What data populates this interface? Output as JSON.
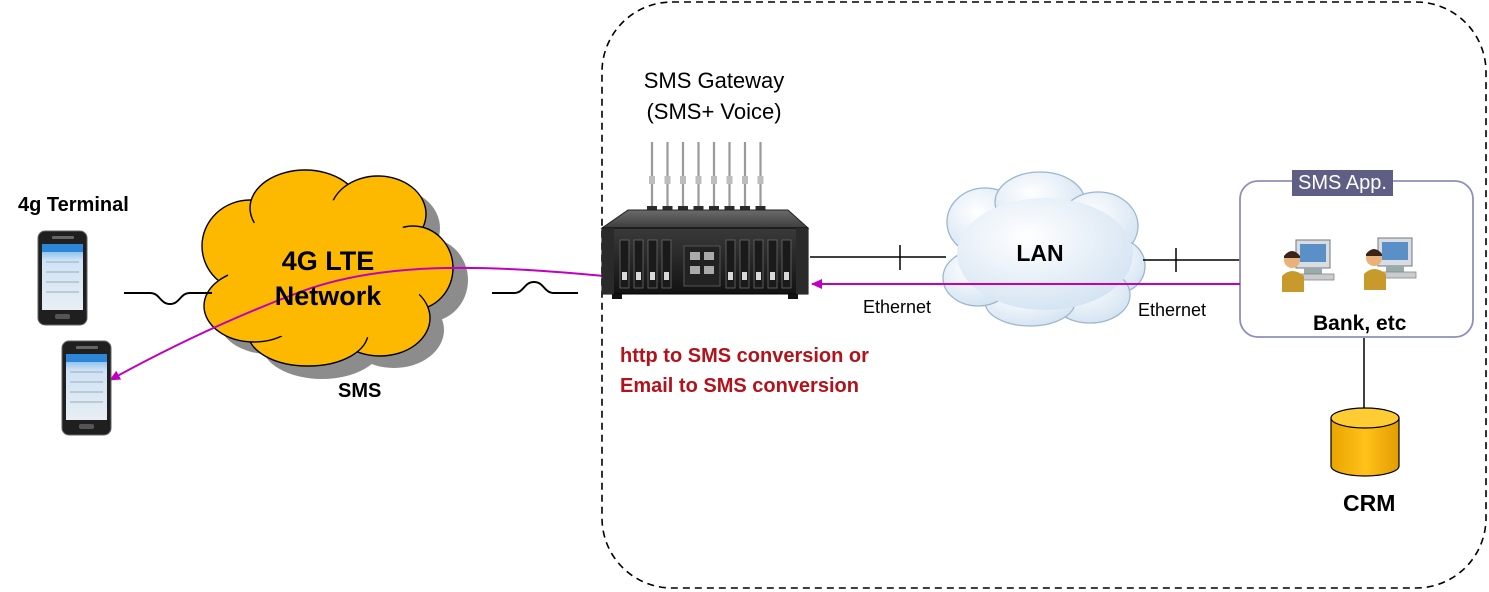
{
  "labels": {
    "terminal": "4g Terminal",
    "network_line1": "4G LTE",
    "network_line2": "Network",
    "sms": "SMS",
    "gateway_line1": "SMS Gateway",
    "gateway_line2": "(SMS+ Voice)",
    "lan": "LAN",
    "ethernet_left": "Ethernet",
    "ethernet_right": "Ethernet",
    "sms_app": "SMS App.",
    "bank": "Bank, etc",
    "crm": "CRM",
    "conversion_line1": "http to SMS conversion or",
    "conversion_line2": "Email to SMS conversion"
  },
  "colors": {
    "lte_cloud": "#fdb800",
    "lte_cloud_shadow": "#8c8c8c",
    "lan_cloud": "#e4eef8",
    "lan_cloud_stroke": "#9db6cc",
    "sms_flow_arrow": "#c000c0",
    "app_box_border": "#8e8ec0",
    "badge_bg": "#5f5f85",
    "crm_cylinder": "#fdb800",
    "conversion_text": "#b3121a"
  },
  "icons": {
    "phones": "smartphone-icon",
    "gateway": "gateway-device-icon",
    "users": "computer-user-icon",
    "crm": "database-cylinder-icon"
  }
}
